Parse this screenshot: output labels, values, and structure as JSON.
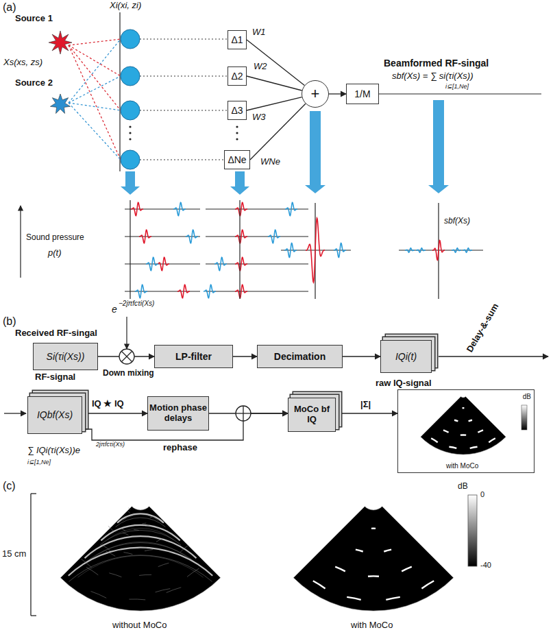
{
  "diagram": {
    "nodes": [
      {
        "text": [
          "Δ1"
        ]
      },
      {
        "text": [
          "Δ2"
        ]
      },
      {
        "text": [
          "Δ3"
        ]
      },
      {
        "text": [
          "ΔNe"
        ]
      },
      {
        "text": [
          "+"
        ]
      },
      {
        "text": [
          "1/M"
        ]
      },
      {
        "text": [
          "Si(τi(Xs))",
          "RF-signal"
        ]
      },
      {
        "text": [
          "LP-filter"
        ]
      },
      {
        "text": [
          "Decimation"
        ]
      },
      {
        "text": [
          "IQi(t)"
        ]
      },
      {
        "text": [
          "IQbf(Xs)"
        ]
      },
      {
        "text": [
          "Motion phase delays"
        ]
      },
      {
        "text": [
          "MoCo bf IQ"
        ]
      },
      {
        "text": [
          "dB",
          "with MoCo"
        ]
      }
    ],
    "edges": [
      {
        "from": 0,
        "to": 4,
        "arrow": "none",
        "label": "W1"
      },
      {
        "from": 1,
        "to": 4,
        "arrow": "none",
        "label": "W2"
      },
      {
        "from": 2,
        "to": 4,
        "arrow": "none",
        "label": "W3"
      },
      {
        "from": 3,
        "to": 4,
        "arrow": "none",
        "label": "WNe"
      },
      {
        "from": 4,
        "to": 5,
        "arrow": "to"
      },
      {
        "from": 6,
        "to": 7,
        "arrow": "to"
      },
      {
        "from": 7,
        "to": 8,
        "arrow": "to"
      },
      {
        "from": 8,
        "to": 9,
        "arrow": "to"
      },
      {
        "from": 10,
        "to": 11,
        "arrow": "to",
        "label": "IQ ★ IQ"
      },
      {
        "from": 11,
        "to": 12,
        "arrow": "to"
      },
      {
        "from": 10,
        "to": 12,
        "arrow": "to",
        "label": "rephase"
      },
      {
        "from": 12,
        "to": 13,
        "arrow": "to",
        "label": "|Σ|"
      }
    ],
    "labels": [
      "(a)",
      "Source 1",
      "Xs(xs, zs)",
      "Source 2",
      "Xi(xi, zi)",
      "Beamformed RF-singal",
      "sbf(Xs) = ∑ si(τi(Xs))",
      "i⊆[1,Ne]",
      "Sound pressure",
      "p(t)",
      "sbf(Xs)",
      "e",
      "−2jπfcτi(Xs)",
      "(b)",
      "Received RF-singal",
      "Down mixing",
      "raw IQ-signal",
      "Delay-&-sum",
      "∑ IQi(τi(Xs))e",
      "2jπfcτi(Xs)",
      "i⊆[1,Ne]",
      "(c)",
      "15 cm",
      "dB",
      "0",
      "-40",
      "without MoCo",
      "with MoCo"
    ]
  }
}
